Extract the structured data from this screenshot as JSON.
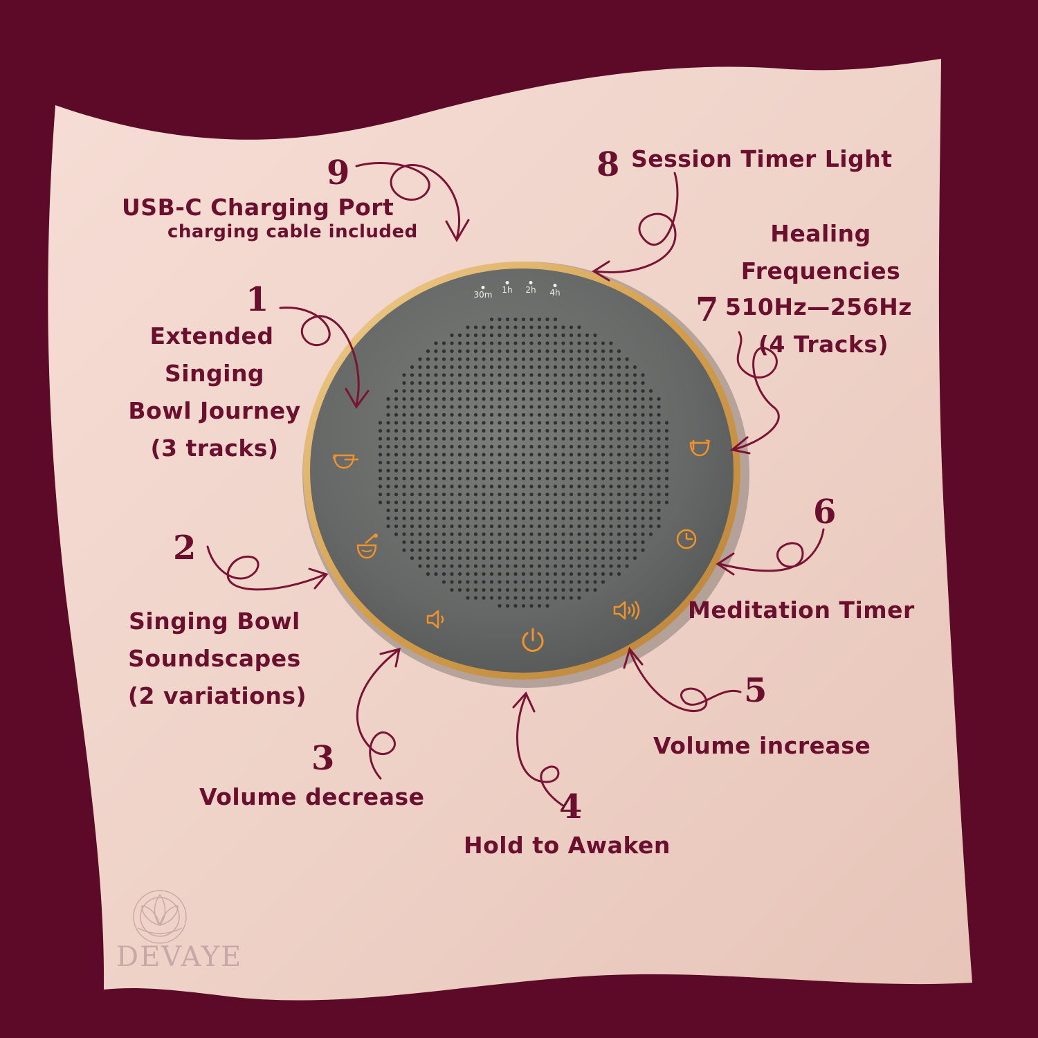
{
  "colors": {
    "background": "#5c0a28",
    "card": "#f2d7cf",
    "label": "#6b0f2e",
    "device_body": "#6b6e6b",
    "device_rim": "#d4a24f",
    "button_glow": "#f4922a"
  },
  "timer_lights": [
    "30m",
    "1h",
    "2h",
    "4h"
  ],
  "labels": {
    "l9": {
      "num": "9",
      "title": "USB-C Charging Port",
      "sub": "charging cable included"
    },
    "l8": {
      "num": "8",
      "title": "Session Timer Light"
    },
    "l1": {
      "num": "1",
      "line1": "Extended",
      "line2": "Singing",
      "line3": "Bowl Journey",
      "line4": "(3 tracks)"
    },
    "l7": {
      "num": "7",
      "line1": "Healing",
      "line2": "Frequencies",
      "line3": "510Hz—256Hz",
      "line4": "(4 Tracks)"
    },
    "l6": {
      "num": "6",
      "title": "Meditation Timer"
    },
    "l2": {
      "num": "2",
      "line1": "Singing Bowl",
      "line2": "Soundscapes",
      "line3": "(2 variations)"
    },
    "l5": {
      "num": "5",
      "title": "Volume increase"
    },
    "l3": {
      "num": "3",
      "title": "Volume decrease"
    },
    "l4": {
      "num": "4",
      "title": "Hold to Awaken"
    }
  },
  "device_buttons": [
    {
      "id": "extended-bowl",
      "icon": "singing-bowl-icon"
    },
    {
      "id": "soundscapes",
      "icon": "bowl-mallet-icon"
    },
    {
      "id": "volume-down",
      "icon": "speaker-low-icon"
    },
    {
      "id": "power",
      "icon": "power-icon"
    },
    {
      "id": "volume-up",
      "icon": "speaker-high-icon"
    },
    {
      "id": "timer",
      "icon": "clock-icon"
    },
    {
      "id": "frequencies",
      "icon": "bowl-frequency-icon"
    }
  ],
  "brand": {
    "logo": "lotus-mandala-icon",
    "name": "DEVAYE"
  }
}
